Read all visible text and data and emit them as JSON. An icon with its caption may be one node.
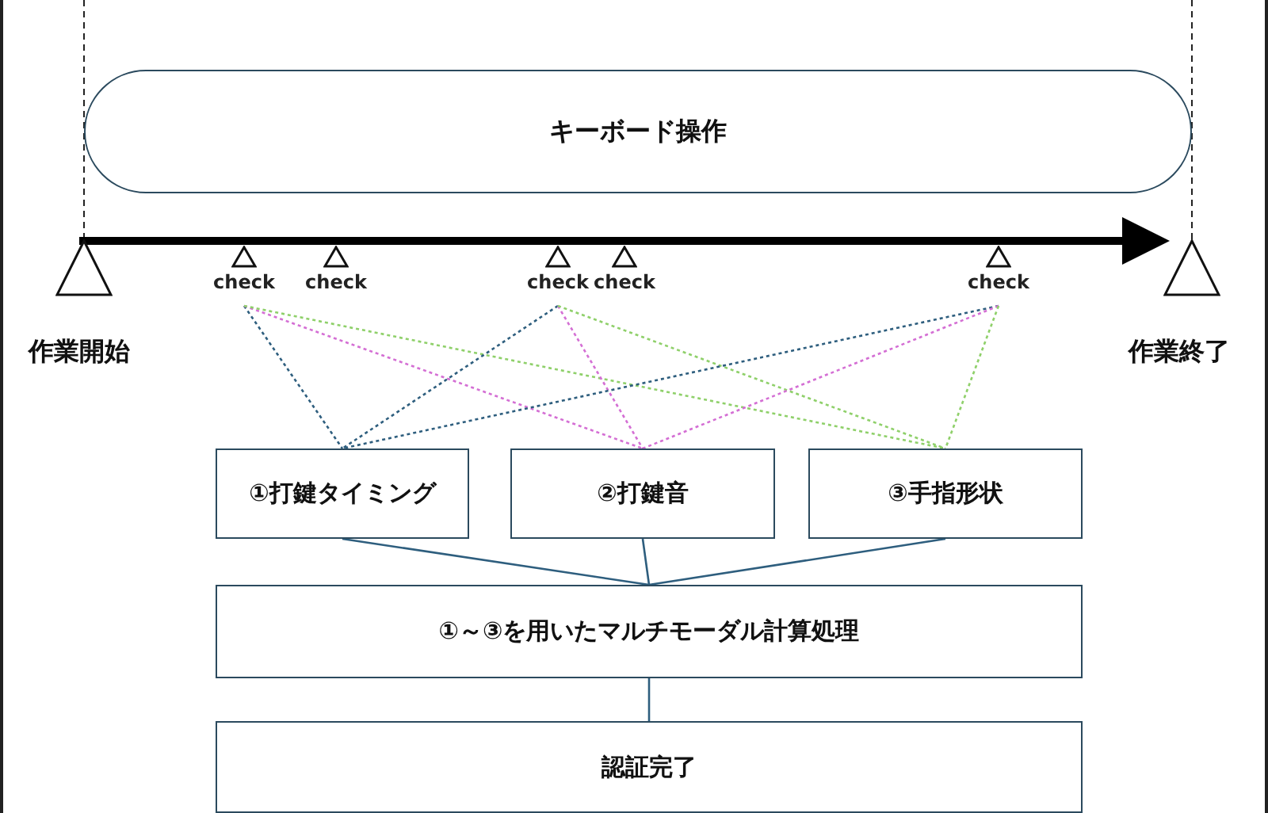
{
  "diagram": {
    "nodes": [
      {
        "text": [
          "キーボード操作"
        ]
      },
      {
        "text": [
          "check"
        ]
      },
      {
        "text": [
          "check"
        ]
      },
      {
        "text": [
          "check"
        ]
      },
      {
        "text": [
          "check"
        ]
      },
      {
        "text": [
          "check"
        ]
      },
      {
        "text": [
          "①打鍵タイミング"
        ]
      },
      {
        "text": [
          "②打鍵音"
        ]
      },
      {
        "text": [
          "③手指形状"
        ]
      },
      {
        "text": [
          "①～③を用いたマルチモーダル計算処理"
        ]
      },
      {
        "text": [
          "認証完了"
        ]
      }
    ],
    "edges": [
      {
        "from": 1,
        "to": 6,
        "arrow": "none",
        "style": "dashed",
        "color": "#2e5e7e"
      },
      {
        "from": 1,
        "to": 7,
        "arrow": "none",
        "style": "dashed",
        "color": "#d46fd4"
      },
      {
        "from": 1,
        "to": 8,
        "arrow": "none",
        "style": "dashed",
        "color": "#8fd06a"
      },
      {
        "from": 3,
        "to": 6,
        "arrow": "none",
        "style": "dashed",
        "color": "#2e5e7e"
      },
      {
        "from": 3,
        "to": 7,
        "arrow": "none",
        "style": "dashed",
        "color": "#d46fd4"
      },
      {
        "from": 3,
        "to": 8,
        "arrow": "none",
        "style": "dashed",
        "color": "#8fd06a"
      },
      {
        "from": 5,
        "to": 6,
        "arrow": "none",
        "style": "dashed",
        "color": "#2e5e7e"
      },
      {
        "from": 5,
        "to": 7,
        "arrow": "none",
        "style": "dashed",
        "color": "#d46fd4"
      },
      {
        "from": 5,
        "to": 8,
        "arrow": "none",
        "style": "dashed",
        "color": "#8fd06a"
      },
      {
        "from": 6,
        "to": 9,
        "arrow": "none"
      },
      {
        "from": 7,
        "to": 9,
        "arrow": "none"
      },
      {
        "from": 8,
        "to": 9,
        "arrow": "none"
      },
      {
        "from": 9,
        "to": 10,
        "arrow": "none"
      }
    ],
    "labels": [
      "作業開始",
      "作業終了"
    ]
  }
}
